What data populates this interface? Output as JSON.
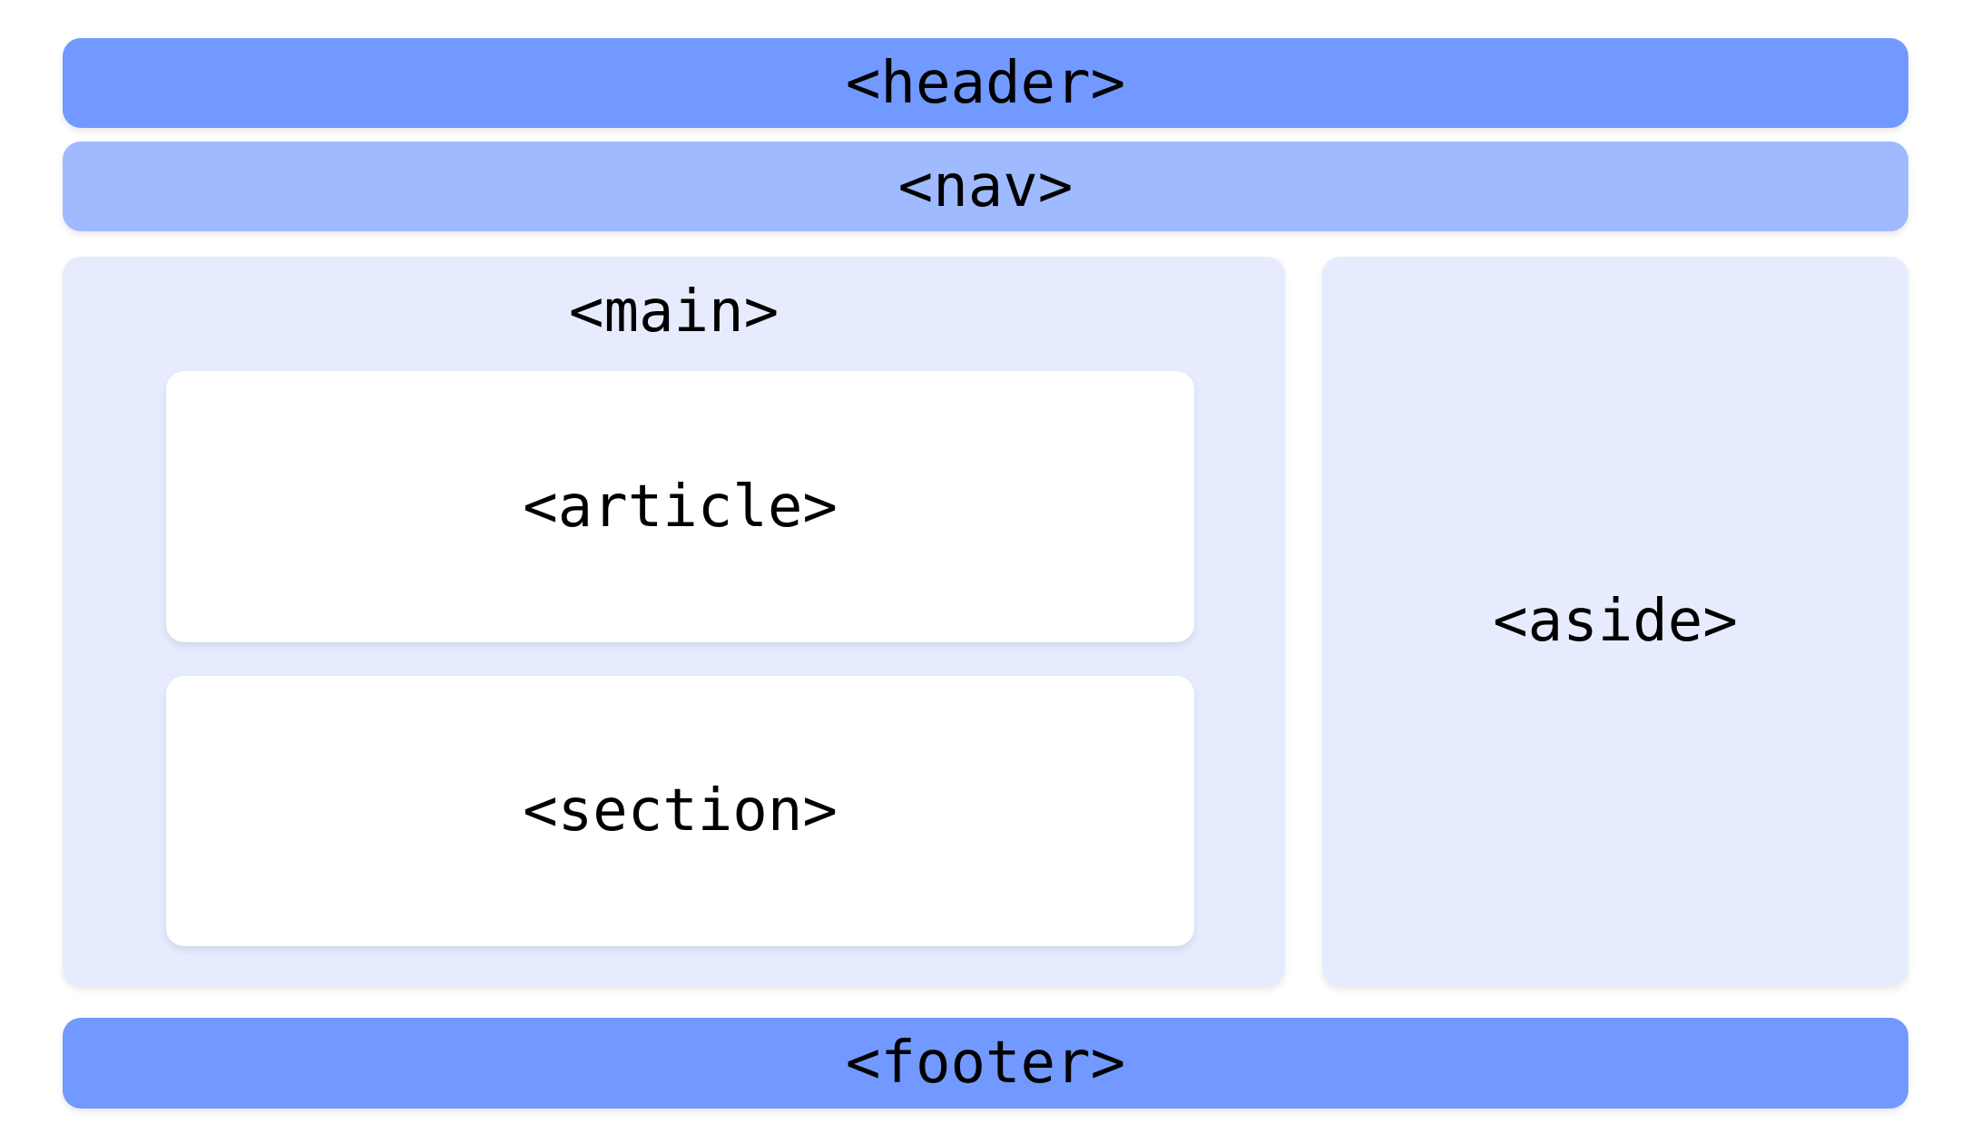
{
  "colors": {
    "header": "#7199FF",
    "nav": "#A0BAFF",
    "container": "#E6ECFE",
    "card": "#FFFFFF"
  },
  "labels": {
    "header": "<header>",
    "nav": "<nav>",
    "main": "<main>",
    "article": "<article>",
    "section": "<section>",
    "aside": "<aside>",
    "footer": "<footer>"
  }
}
